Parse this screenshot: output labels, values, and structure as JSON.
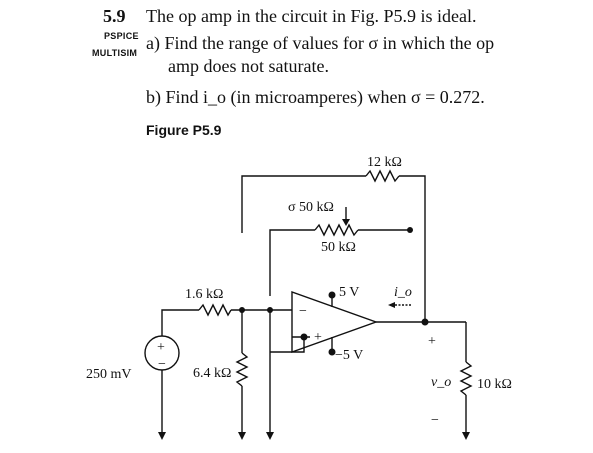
{
  "problem": {
    "number": "5.9",
    "statement": "The op amp in the circuit in Fig. P5.9 is ideal.",
    "tags": [
      "PSPICE",
      "MULTISIM"
    ],
    "part_a_line1": "a) Find the range of values for σ in which the op",
    "part_a_line2": "amp does not saturate.",
    "part_b": "b) Find i_o (in microamperes) when σ = 0.272.",
    "figure_label": "Figure P5.9"
  },
  "circuit": {
    "r_12k": "12 kΩ",
    "r_sigma50k": "σ 50 kΩ",
    "r_50k": "50 kΩ",
    "r_1_6k": "1.6 kΩ",
    "r_6_4k": "6.4 kΩ",
    "r_10k": "10 kΩ",
    "source": "250 mV",
    "vpos": "5 V",
    "vneg": "−5 V",
    "io": "i_o",
    "vo": "v_o",
    "plus": "+",
    "minus": "−"
  }
}
